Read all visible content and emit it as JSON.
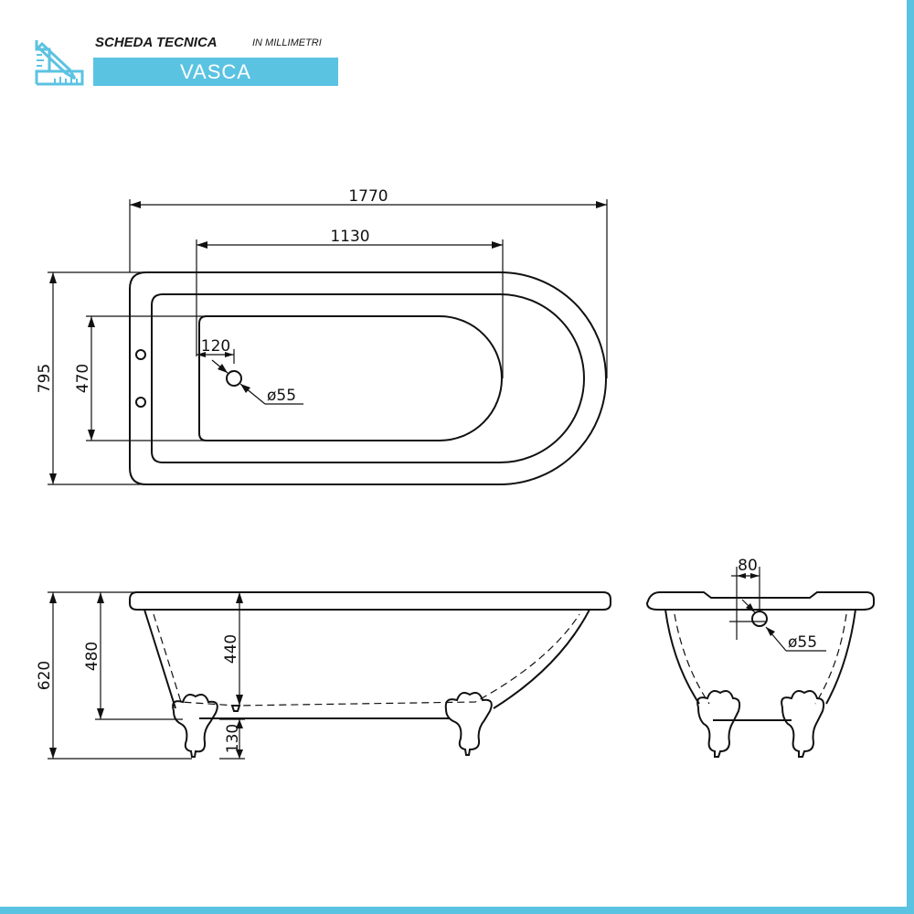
{
  "header": {
    "title": "SCHEDA TECNICA",
    "unit_note": "IN MILLIMETRI",
    "product": "VASCA",
    "logo_icon": "ruler-pencil-icon"
  },
  "colors": {
    "accent": "#5bc3e2",
    "line": "#111111"
  },
  "top_view": {
    "length": "1770",
    "basin_length": "1130",
    "width": "795",
    "basin_width": "470",
    "drain_offset": "120",
    "drain_diameter": "ø55"
  },
  "side_view": {
    "total_height": "620",
    "tub_height": "480",
    "inner_depth": "440",
    "feet_height": "130"
  },
  "end_view": {
    "drain_offset": "80",
    "drain_diameter": "ø55"
  }
}
